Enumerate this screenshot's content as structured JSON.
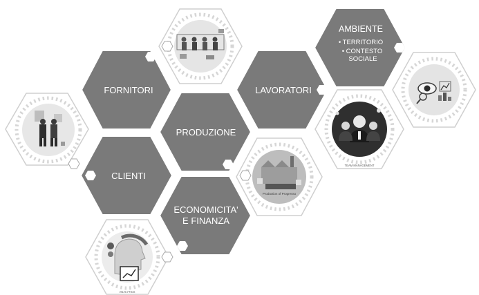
{
  "hexagons": {
    "fornitori": {
      "label": "FORNITORI"
    },
    "clienti": {
      "label": "CLIENTI"
    },
    "produzione": {
      "label": "PRODUZIONE"
    },
    "economicita": {
      "line1": "ECONOMICITA'",
      "line2": "E FINANZA"
    },
    "lavoratori": {
      "label": "LAVORATORI"
    },
    "ambiente": {
      "title": "AMBIENTE",
      "bullet1": "• TERRITORIO",
      "bullet2a": "• CONTESTO",
      "bullet2b": "SOCIALE"
    }
  },
  "image_hexagons": {
    "team": {
      "caption": "TEAM MANAGEMENT"
    },
    "factory": {
      "caption": "Production of Progresso"
    },
    "analytics": {
      "caption": "ANALYTICS"
    }
  },
  "icons": [
    "handshake-icon",
    "people-network-icon",
    "factory-icon",
    "team-management-icon",
    "analytics-eye-icon",
    "head-gears-icon"
  ],
  "colors": {
    "hex_fill": "#7a7a7a",
    "hex_border": "#d2d2d2",
    "dots": "#d6d6d6",
    "image_bg": "#dadada"
  }
}
